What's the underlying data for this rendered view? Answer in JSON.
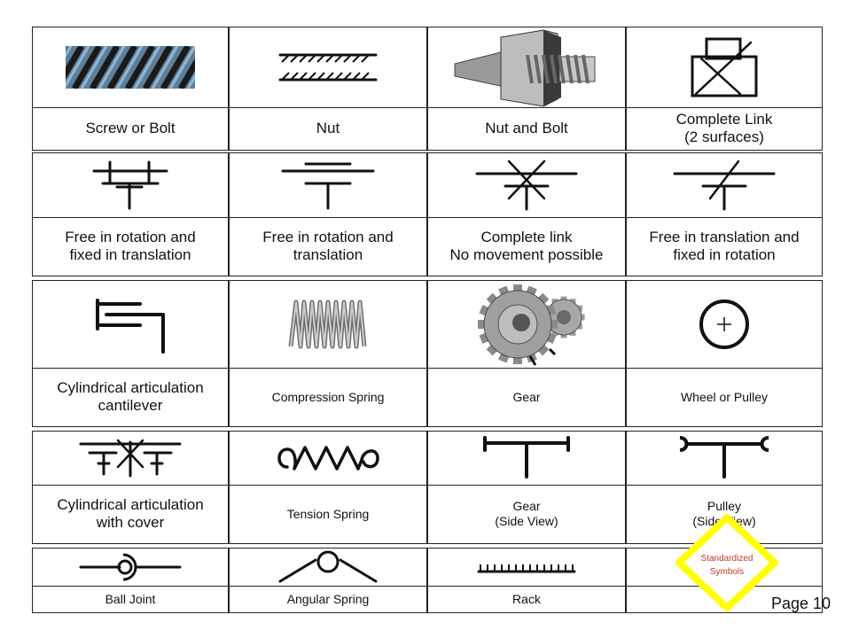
{
  "symbols": [
    {
      "key": "screw-or-bolt",
      "lines": [
        "Screw or Bolt"
      ],
      "icon": "screw-photo-icon"
    },
    {
      "key": "nut",
      "lines": [
        "Nut"
      ],
      "icon": "nut-symbol-icon"
    },
    {
      "key": "nut-and-bolt",
      "lines": [
        "Nut and Bolt"
      ],
      "icon": "nut-bolt-photo-icon"
    },
    {
      "key": "complete-link-2-surfaces",
      "lines": [
        "Complete Link",
        "(2 surfaces)"
      ],
      "icon": "complete-link-box-icon"
    },
    {
      "key": "free-rotation-fixed-translation",
      "lines": [
        "Free in rotation and",
        "fixed in translation"
      ],
      "icon": "rotation-joint-icon"
    },
    {
      "key": "free-rotation-translation",
      "lines": [
        "Free in rotation and",
        "translation"
      ],
      "icon": "free-joint-icon"
    },
    {
      "key": "complete-link",
      "lines": [
        "Complete link",
        "No movement possible"
      ],
      "icon": "fixed-joint-icon"
    },
    {
      "key": "free-translation-fixed-rotation",
      "lines": [
        "Free in translation and",
        "fixed in rotation"
      ],
      "icon": "slide-joint-icon"
    },
    {
      "key": "cylindrical-articulation-cantilever",
      "lines": [
        "Cylindrical articulation",
        "cantilever"
      ],
      "icon": "cantilever-joint-icon"
    },
    {
      "key": "compression-spring",
      "lines": [
        "Compression Spring"
      ],
      "icon": "compression-spring-icon"
    },
    {
      "key": "gear",
      "lines": [
        "Gear"
      ],
      "icon": "gear-photo-icon"
    },
    {
      "key": "wheel-or-pulley",
      "lines": [
        "Wheel or Pulley"
      ],
      "icon": "wheel-pulley-icon"
    },
    {
      "key": "cylindrical-articulation-cover",
      "lines": [
        "Cylindrical articulation",
        "with cover"
      ],
      "icon": "covered-joint-icon"
    },
    {
      "key": "tension-spring",
      "lines": [
        "Tension Spring"
      ],
      "icon": "tension-spring-icon"
    },
    {
      "key": "gear-side-view",
      "lines": [
        "Gear",
        "(Side View)"
      ],
      "icon": "gear-side-icon"
    },
    {
      "key": "pulley-side-view",
      "lines": [
        "Pulley",
        "(Side View)"
      ],
      "icon": "pulley-side-icon"
    },
    {
      "key": "ball-joint",
      "lines": [
        "Ball Joint"
      ],
      "icon": "ball-joint-icon"
    },
    {
      "key": "angular-spring",
      "lines": [
        "Angular Spring"
      ],
      "icon": "angular-spring-icon"
    },
    {
      "key": "rack",
      "lines": [
        "Rack"
      ],
      "icon": "rack-icon"
    },
    {
      "key": "empty",
      "lines": [],
      "icon": ""
    }
  ],
  "badge": {
    "lines": [
      "Standardized",
      "Symbols"
    ],
    "border_color": "#ffff00",
    "text_color": "#c0392b"
  },
  "page": {
    "label": "Page 10"
  }
}
